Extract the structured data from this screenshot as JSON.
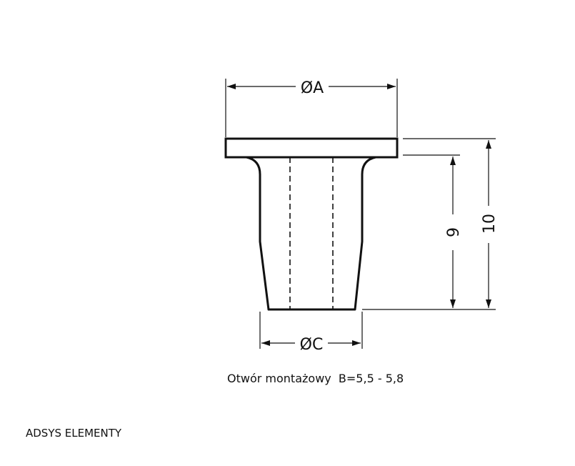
{
  "drawing": {
    "dim_top_label": "ØA",
    "dim_bottom_label": "ØC",
    "dim_inner_height_label": "9",
    "dim_total_height_label": "10"
  },
  "caption": "Otwór montażowy  B=5,5 - 5,8",
  "brand": "ADSYS ELEMENTY",
  "colors": {
    "line": "#111111",
    "background": "#ffffff"
  }
}
